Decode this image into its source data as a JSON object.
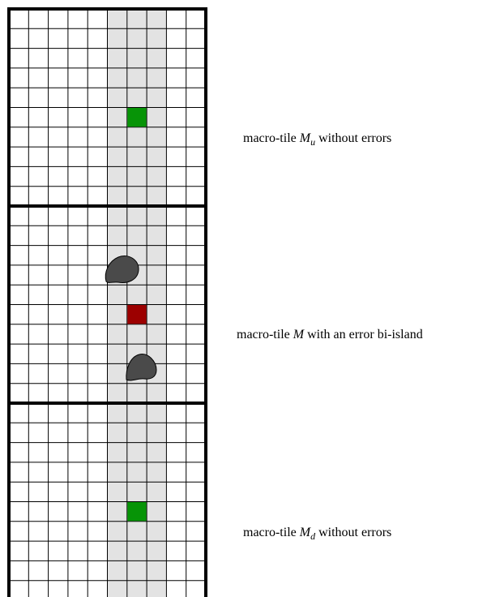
{
  "colors": {
    "column_shade": "#e3e3e3",
    "grid_line": "#000000",
    "frame": "#000000",
    "good_cell": "#079407",
    "error_cell": "#9c0000",
    "island": "#4a4a4a"
  },
  "grid": {
    "columns": 10,
    "rows_per_tile": 10,
    "shaded_columns": [
      5,
      6,
      7
    ],
    "marked_column": 6
  },
  "tiles": [
    {
      "id": "upper",
      "marked_row": 5,
      "marked_kind": "good",
      "label": {
        "pre": "macro-tile ",
        "math": "M",
        "sub": "u",
        "post": " without errors"
      }
    },
    {
      "id": "middle",
      "marked_row": 5,
      "marked_kind": "error",
      "islands": 2,
      "label": {
        "pre": "macro-tile ",
        "math": "M",
        "sub": "",
        "post": " with an error bi-island"
      }
    },
    {
      "id": "lower",
      "marked_row": 5,
      "marked_kind": "good",
      "label": {
        "pre": "macro-tile ",
        "math": "M",
        "sub": "d",
        "post": " without errors"
      }
    }
  ]
}
